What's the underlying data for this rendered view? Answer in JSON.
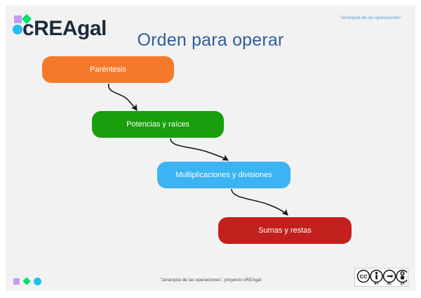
{
  "slide": {
    "header_note": "\"Jerarquía de las operaciones\"",
    "footer_note": "\"Jerarquía de las operaciones\", proyecto cREAgal",
    "title": "Orden para operar",
    "background_color": "#f2f2f2",
    "title_color": "#2e5f9e"
  },
  "logo": {
    "text": "cREAgal",
    "square_color": "#c49bf0",
    "diamond_color": "#00e06a",
    "circle_color": "#24bdf0"
  },
  "chart_data": {
    "type": "diagram",
    "title": "Orden para operar",
    "layout": "descending-cascade",
    "steps": [
      {
        "order": 1,
        "label": "Paréntesis",
        "color": "#f5792a"
      },
      {
        "order": 2,
        "label": "Potencias y raíces",
        "color": "#199e0c"
      },
      {
        "order": 3,
        "label": "Multiplicaciones y divisiones",
        "color": "#3ab4f2"
      },
      {
        "order": 4,
        "label": "Sumas y restas",
        "color": "#c1201c"
      }
    ],
    "connectors": [
      {
        "from": "Paréntesis",
        "to": "Potencias y raíces",
        "style": "curved-arrow"
      },
      {
        "from": "Potencias y raíces",
        "to": "Multiplicaciones y divisiones",
        "style": "curved-arrow"
      },
      {
        "from": "Multiplicaciones y divisiones",
        "to": "Sumas y restas",
        "style": "curved-arrow"
      }
    ]
  },
  "license": {
    "name": "cc-by-nc-sa-badge",
    "cc": "CC",
    "terms": [
      "BY",
      "NC",
      "SA"
    ]
  },
  "footer_marks": {
    "square_color": "#c49bf0",
    "diamond_color": "#00e06a",
    "circle_color": "#24bdf0"
  }
}
